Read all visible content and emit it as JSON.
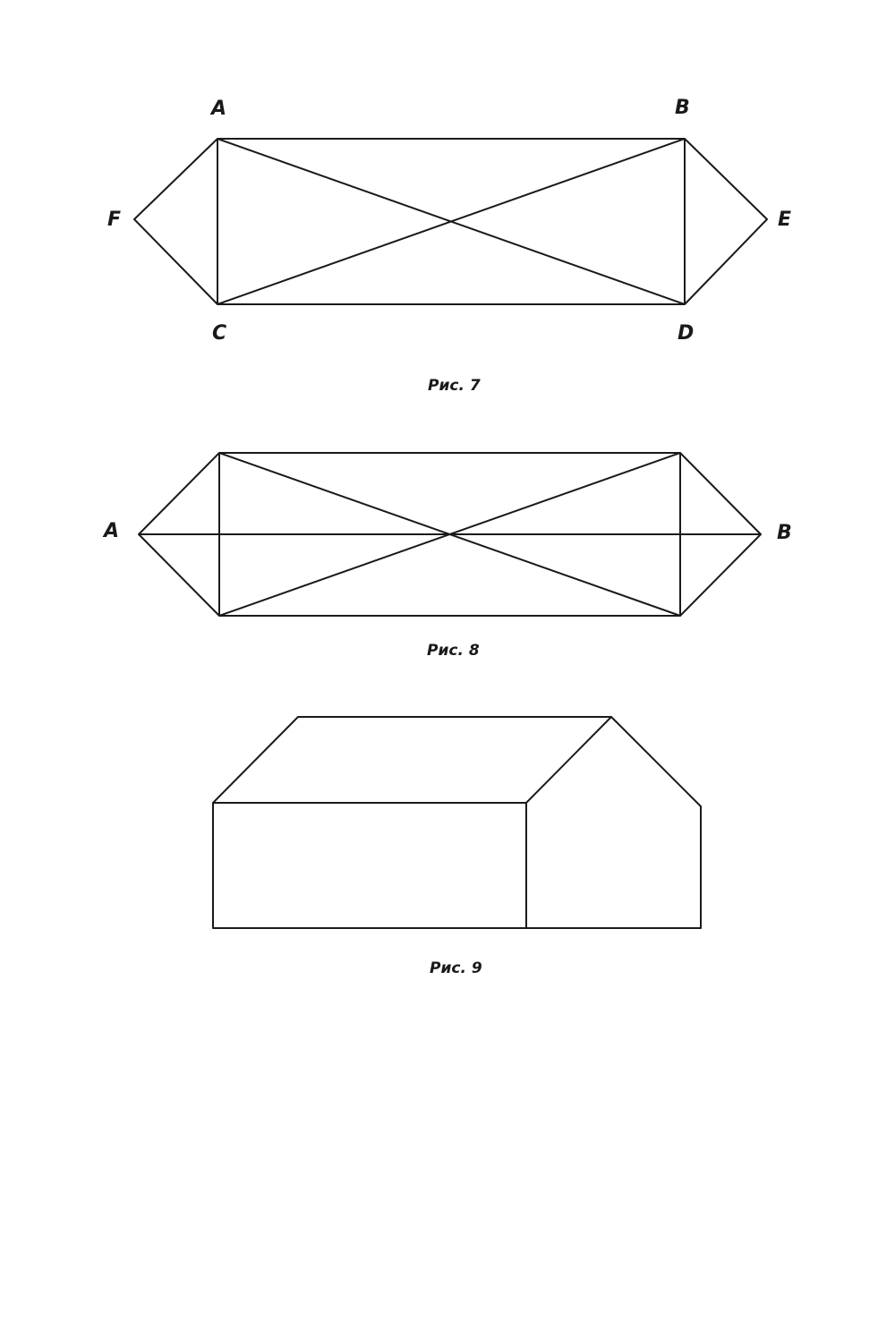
{
  "figure7": {
    "caption": "Рис. 7",
    "labels": {
      "A": "A",
      "B": "B",
      "C": "C",
      "D": "D",
      "E": "E",
      "F": "F"
    }
  },
  "figure8": {
    "caption": "Рис. 8",
    "labels": {
      "A": "A",
      "B": "B"
    }
  },
  "figure9": {
    "caption": "Рис. 9"
  }
}
